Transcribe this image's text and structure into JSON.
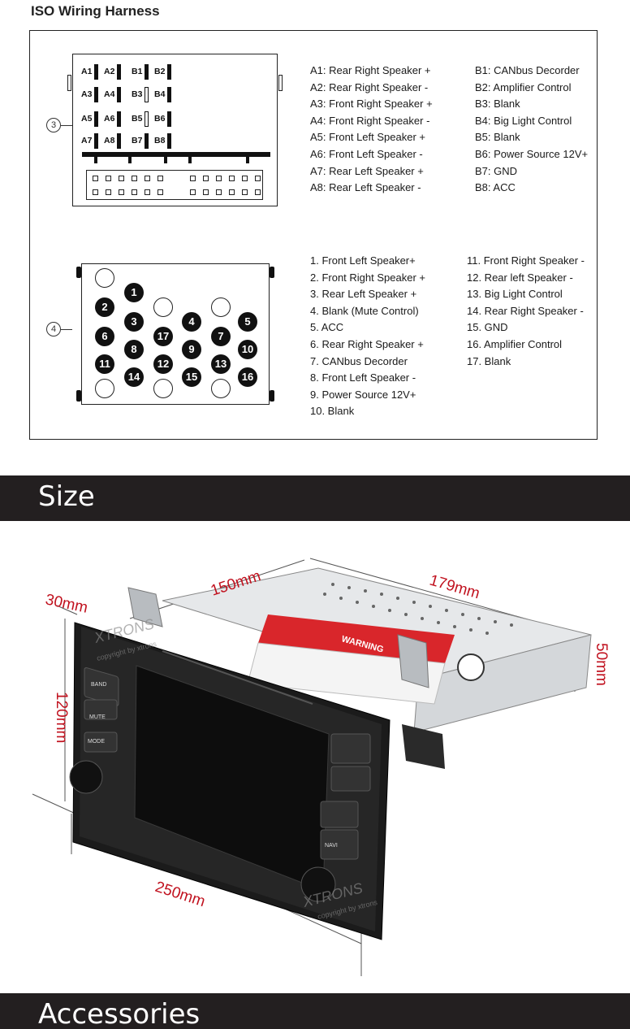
{
  "header": {
    "title": "ISO Wiring Harness"
  },
  "connector_a": {
    "callout": "3",
    "pins": [
      {
        "id": "A1",
        "hollow": false
      },
      {
        "id": "A2",
        "hollow": false
      },
      {
        "id": "B1",
        "hollow": false
      },
      {
        "id": "B2",
        "hollow": false
      },
      {
        "id": "A3",
        "hollow": false
      },
      {
        "id": "A4",
        "hollow": false
      },
      {
        "id": "B3",
        "hollow": true
      },
      {
        "id": "B4",
        "hollow": false
      },
      {
        "id": "A5",
        "hollow": false
      },
      {
        "id": "A6",
        "hollow": false
      },
      {
        "id": "B5",
        "hollow": true
      },
      {
        "id": "B6",
        "hollow": false
      },
      {
        "id": "A7",
        "hollow": false
      },
      {
        "id": "A8",
        "hollow": false
      },
      {
        "id": "B7",
        "hollow": false
      },
      {
        "id": "B8",
        "hollow": false
      }
    ],
    "legend_a": [
      "A1: Rear Right Speaker +",
      "A2: Rear Right Speaker -",
      "A3: Front Right Speaker +",
      "A4: Front Right Speaker -",
      "A5: Front Left Speaker +",
      "A6: Front Left Speaker -",
      "A7: Rear Left Speaker +",
      "A8: Rear Left Speaker -"
    ],
    "legend_b": [
      "B1: CANbus Decorder",
      "B2: Amplifier Control",
      "B3: Blank",
      "B4: Big Light Control",
      "B5: Blank",
      "B6: Power Source 12V+",
      "B7: GND",
      "B8: ACC"
    ]
  },
  "connector_b": {
    "callout": "4",
    "pins": [
      "1",
      "2",
      "3",
      "4",
      "5",
      "6",
      "7",
      "8",
      "9",
      "10",
      "11",
      "12",
      "13",
      "14",
      "15",
      "16",
      "17"
    ],
    "legend_left": [
      "1. Front Left Speaker+",
      "2. Front Right Speaker +",
      "3. Rear Left Speaker +",
      "4. Blank (Mute Control)",
      "5. ACC",
      "6. Rear Right Speaker +",
      "7. CANbus Decorder",
      "8. Front Left Speaker -",
      "9. Power Source 12V+",
      "10. Blank"
    ],
    "legend_right": [
      "11. Front Right Speaker -",
      "12. Rear left Speaker -",
      "13. Big Light Control",
      "14. Rear Right Speaker -",
      "15. GND",
      "16. Amplifier Control",
      "17. Blank"
    ]
  },
  "size_section": {
    "title": "Size",
    "dimensions": {
      "depth": "150mm",
      "length": "179mm",
      "tab": "30mm",
      "height": "120mm",
      "side": "50mm",
      "width": "250mm"
    },
    "device_labels": {
      "band": "BAND",
      "mute": "MUTE",
      "mode": "MODE",
      "navi": "NAVI",
      "warning": "WARNING",
      "brand_watermark": "XTRONS",
      "watermark_text": "copyright by xtrons"
    }
  },
  "accessories_section": {
    "title": "Accessories"
  },
  "colors": {
    "band_bg": "#231f20",
    "dimension_text": "#c1121f",
    "warning_label": "#d9262b"
  }
}
